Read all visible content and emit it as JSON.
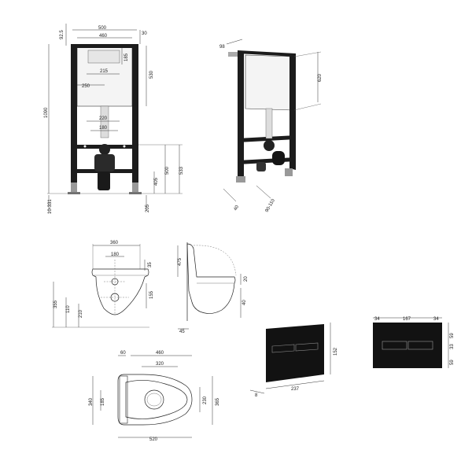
{
  "frame_front": {
    "w500": "500",
    "w460": "460",
    "d92_5": "92.5",
    "d30": "30",
    "d185": "185",
    "d215": "215",
    "d250": "250",
    "d530": "530",
    "d1090": "1090",
    "d220": "220",
    "d180": "180",
    "d500": "500",
    "d533": "533",
    "d405": "405",
    "d10_331": "10-331",
    "d205": "205"
  },
  "frame_iso": {
    "d98": "98",
    "d620": "620",
    "d40": "40",
    "d90_110": "90-110"
  },
  "bowl_front": {
    "d360": "360",
    "d180": "180",
    "d355": "355",
    "d110": "110",
    "d210": "210",
    "d35": "35",
    "d155": "155"
  },
  "bowl_side": {
    "d475": "475",
    "d20": "20",
    "d40": "40",
    "d45": "45"
  },
  "bowl_top": {
    "d60": "60",
    "d460": "460",
    "d320": "320",
    "d185": "185",
    "d230": "230",
    "d365": "365",
    "d340": "340",
    "d520": "520"
  },
  "plate_iso": {
    "d152": "152",
    "d237": "237",
    "d8": "8"
  },
  "plate_front": {
    "d34a": "34",
    "d167": "167",
    "d34b": "34",
    "d59a": "59",
    "d33": "33",
    "d59b": "59"
  }
}
